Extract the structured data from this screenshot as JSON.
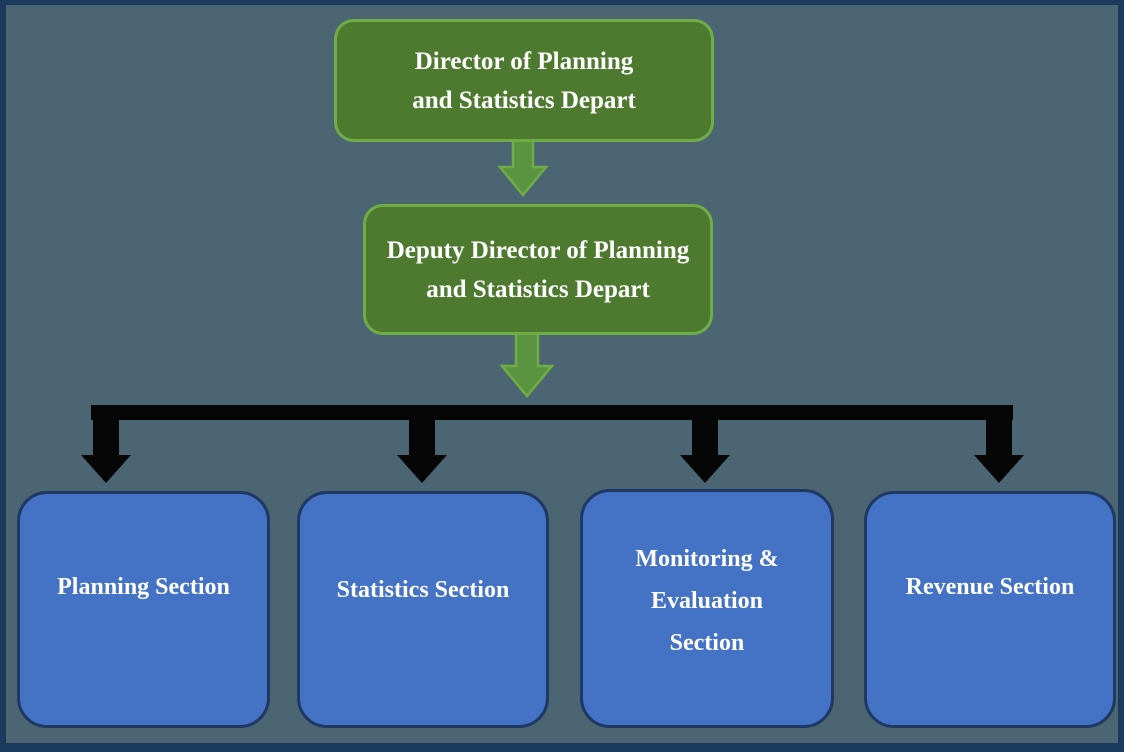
{
  "diagram_type": "organization-chart",
  "colors": {
    "background": "#4B6672",
    "frame_border": "#1C3A5E",
    "green_fill": "#4E7A30",
    "green_border": "#70AD47",
    "green_arrow_fill": "#5B9440",
    "blue_fill": "#4472C4",
    "blue_border": "#1F3864",
    "connector": "#060606",
    "text": "#FFFFFF"
  },
  "nodes": {
    "director": {
      "lines": [
        "Director of Planning",
        "and Statistics Depart"
      ]
    },
    "deputy_director": {
      "lines": [
        "Deputy Director of Planning",
        "and Statistics Depart"
      ]
    },
    "planning_section": {
      "lines": [
        "Planning Section"
      ]
    },
    "statistics_section": {
      "lines": [
        "Statistics Section"
      ]
    },
    "monitoring_evaluation_section": {
      "lines": [
        "Monitoring &",
        "Evaluation",
        "Section"
      ]
    },
    "revenue_section": {
      "lines": [
        "Revenue Section"
      ]
    }
  },
  "edges": [
    {
      "from": "director",
      "to": "deputy_director",
      "style": "green-down-arrow"
    },
    {
      "from": "deputy_director",
      "to": "planning_section",
      "style": "black-down-arrow"
    },
    {
      "from": "deputy_director",
      "to": "statistics_section",
      "style": "black-down-arrow"
    },
    {
      "from": "deputy_director",
      "to": "monitoring_evaluation_section",
      "style": "black-down-arrow"
    },
    {
      "from": "deputy_director",
      "to": "revenue_section",
      "style": "black-down-arrow"
    }
  ]
}
